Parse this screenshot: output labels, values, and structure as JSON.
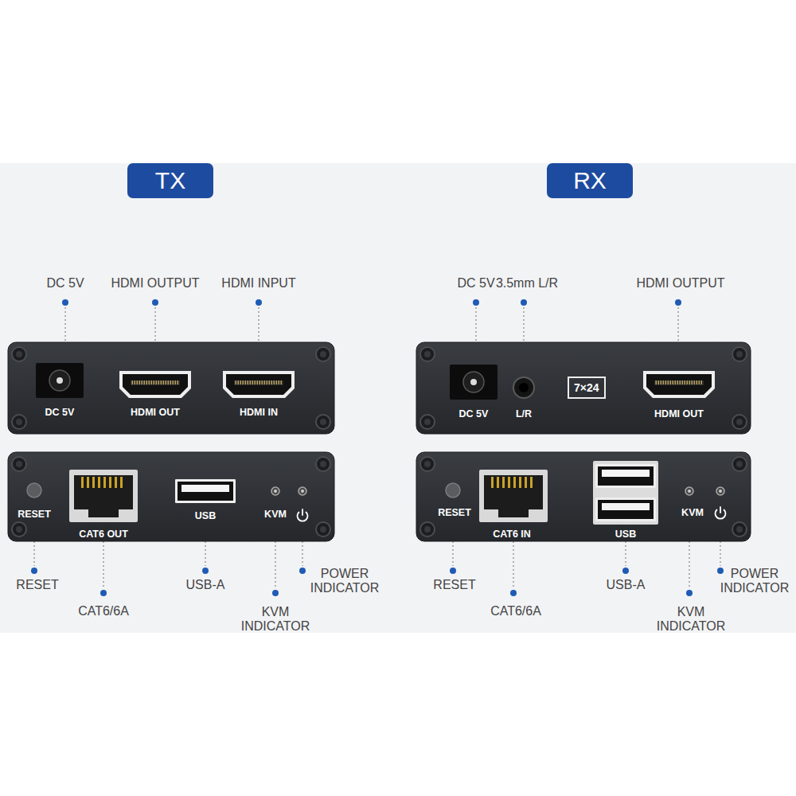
{
  "diagram": {
    "nodes": [
      {
        "text": [
          "TX"
        ]
      },
      {
        "text": [
          "RX"
        ]
      },
      {
        "text": [
          "DC 5V",
          "HDMI OUT",
          "HDMI IN"
        ]
      },
      {
        "text": [
          "RESET",
          "CAT6 OUT",
          "USB",
          "KVM"
        ]
      },
      {
        "text": [
          "DC 5V",
          "L/R",
          "HDMI OUT"
        ]
      },
      {
        "text": [
          "7×24"
        ],
        "in": 4
      },
      {
        "text": [
          "RESET",
          "CAT6 IN",
          "USB",
          "KVM"
        ]
      }
    ],
    "labels": [
      "DC 5V",
      "HDMI OUTPUT",
      "HDMI INPUT",
      "RESET",
      "CAT6/6A",
      "USB-A",
      "KVM INDICATOR",
      "POWER INDICATOR",
      "DC 5V",
      "3.5mm L/R",
      "HDMI OUTPUT",
      "RESET",
      "CAT6/6A",
      "USB-A",
      "KVM INDICATOR",
      "POWER INDICATOR"
    ]
  }
}
